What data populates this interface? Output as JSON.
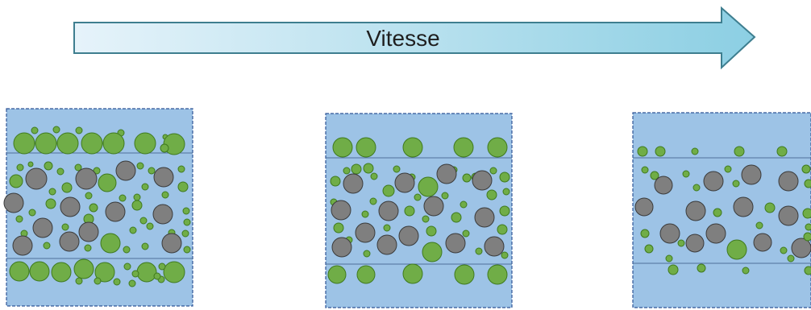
{
  "arrow": {
    "label": "Vitesse"
  },
  "colors": {
    "arrow_start": "#e6f3fa",
    "arrow_end": "#8ccfe3",
    "arrow_stroke": "#3e7e8f",
    "panel_fill": "#9dc3e6",
    "panel_stroke": "#2f5597",
    "band_line": "#4f6f9a",
    "green": "#70ad47",
    "green_stroke": "#3f7a1e",
    "gray": "#7f7f7f",
    "gray_stroke": "#3b3b3b"
  },
  "panels": [
    {
      "name": "panel-slow"
    },
    {
      "name": "panel-medium"
    },
    {
      "name": "panel-fast"
    }
  ]
}
